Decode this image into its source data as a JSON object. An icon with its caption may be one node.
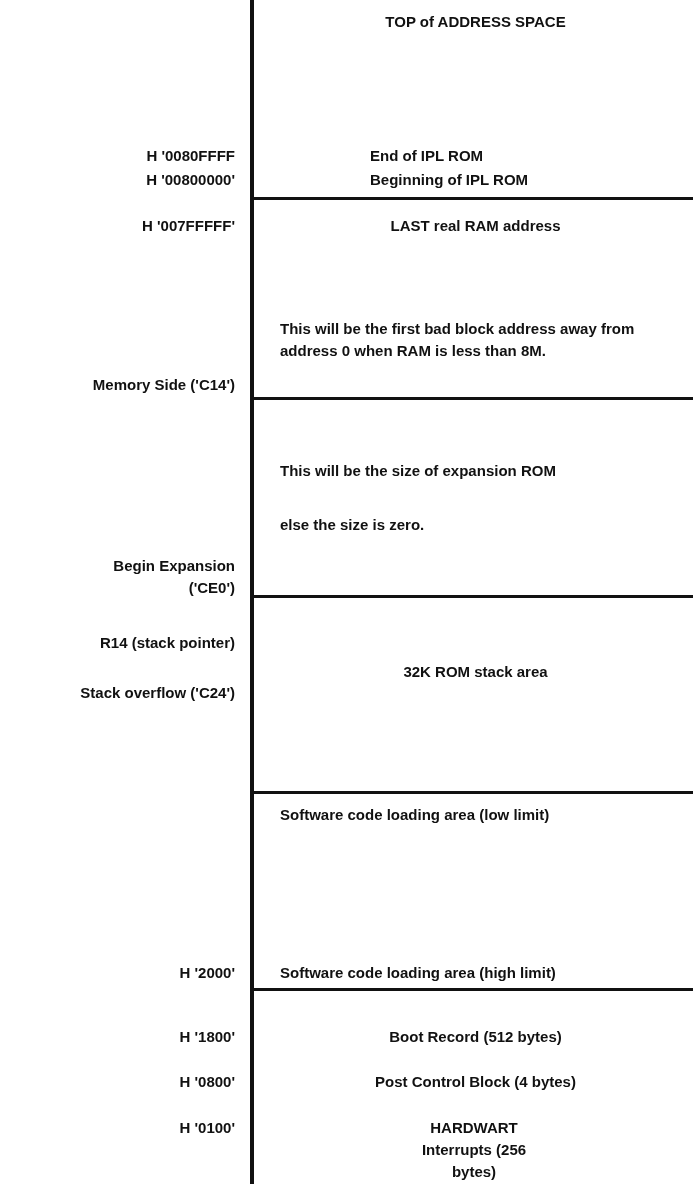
{
  "diagram": {
    "nodes": [
      {
        "text": [
          "TOP of ADDRESS SPACE",
          "End of IPL ROM",
          "Beginning of IPL ROM"
        ]
      },
      {
        "text": [
          "LAST real RAM address",
          "This will be the first bad block address away from address 0 when RAM is less than 8M."
        ]
      },
      {
        "text": [
          "This will be the size of expansion ROM",
          "else the size is zero."
        ]
      },
      {
        "text": [
          "32K ROM stack area"
        ]
      },
      {
        "text": [
          "Software code loading area (low limit)",
          "Software code loading area (high limit)"
        ]
      },
      {
        "text": [
          "Boot Record (512 bytes)",
          "Post Control Block (4 bytes)",
          "HARDWART Interrupts (256 bytes)"
        ]
      }
    ],
    "labels": [
      "H '0080FFFF",
      "H '00800000'",
      "H '007FFFFF'",
      "Memory Side ('C14')",
      "Begin Expansion ('CE0')",
      "R14 (stack pointer)",
      "Stack overflow ('C24')",
      "H '2000'",
      "H '1800'",
      "H '0800'",
      "H '0100'"
    ]
  }
}
